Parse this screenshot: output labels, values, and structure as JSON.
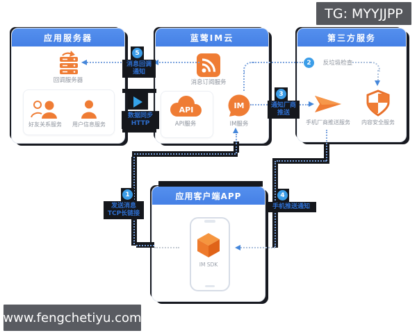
{
  "watermarks": {
    "top": "TG: MYYJJPP",
    "bottom": "www.fengchetiyu.com"
  },
  "panels": {
    "app_server": {
      "title": "应用服务器",
      "callback_server": "回调服务器",
      "friends_service": "好友关系服务",
      "user_info_service": "用户信息服务"
    },
    "im_cloud": {
      "title": "蓝莺IM云",
      "subscribe_service": "消息订阅服务",
      "api_icon_text": "API",
      "api_service": "API服务",
      "im_icon_text": "IM",
      "im_service": "IM服务"
    },
    "third_party": {
      "title": "第三方服务",
      "antispam_step": "2",
      "antispam_check": "反垃圾检查",
      "vendor_push_service": "手机厂商推送服务",
      "content_security_service": "内容安全服务"
    },
    "client_app": {
      "title": "应用客户端APP",
      "sdk_label": "IM SDK"
    }
  },
  "connectors": {
    "send_message": {
      "step": "1",
      "line1": "发送消息",
      "line2": "TCP长链接"
    },
    "notify_vendor": {
      "step": "3",
      "line1": "通知厂商",
      "line2": "推送"
    },
    "phone_push": {
      "step": "4",
      "line1": "手机推送通知"
    },
    "message_callback": {
      "step": "5",
      "line1": "消息回调",
      "line2": "通知"
    },
    "data_sync": {
      "line1": "数据同步",
      "line2": "HTTP"
    }
  },
  "colors": {
    "header_blue": "#4a87e8",
    "icon_orange": "#ef7c34",
    "step_badge_blue": "#3b9de8",
    "connector_label_blue": "#2e6fd0",
    "dark_trace": "#15171c",
    "dotted_blue": "#7aa2dd",
    "muted_text": "#8d939d"
  }
}
